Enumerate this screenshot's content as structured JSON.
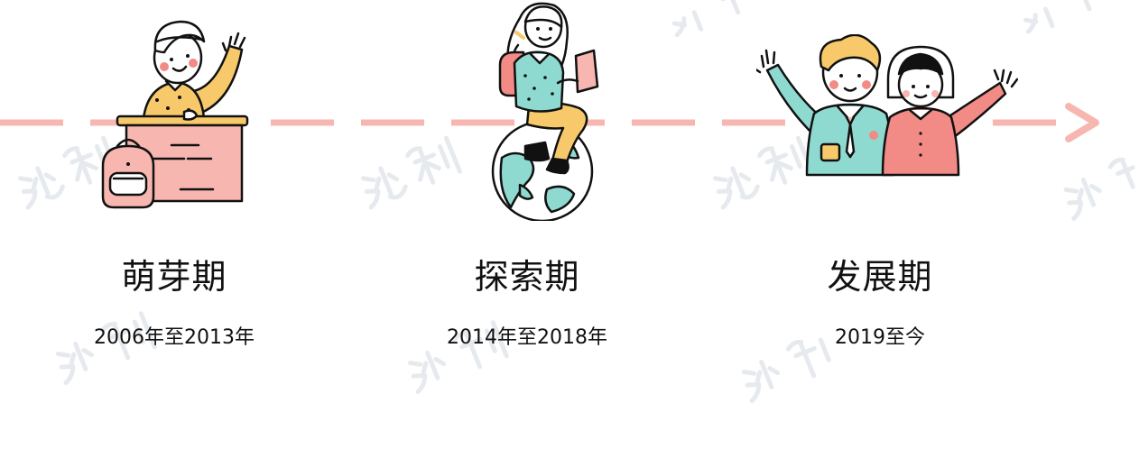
{
  "stages": [
    {
      "title": "萌芽期",
      "period": "2006年至2013年",
      "icon": "student-at-desk-icon"
    },
    {
      "title": "探索期",
      "period": "2014年至2018年",
      "icon": "girl-on-globe-icon"
    },
    {
      "title": "发展期",
      "period": "2019至今",
      "icon": "two-students-waving-icon"
    }
  ],
  "colors": {
    "timeline": "#f7b7b0",
    "pink": "#f7b7b0",
    "teal": "#8fdad0",
    "yellow": "#f7c96a",
    "coral": "#f28a86",
    "outline": "#111111",
    "watermark": "#e9edf0"
  }
}
